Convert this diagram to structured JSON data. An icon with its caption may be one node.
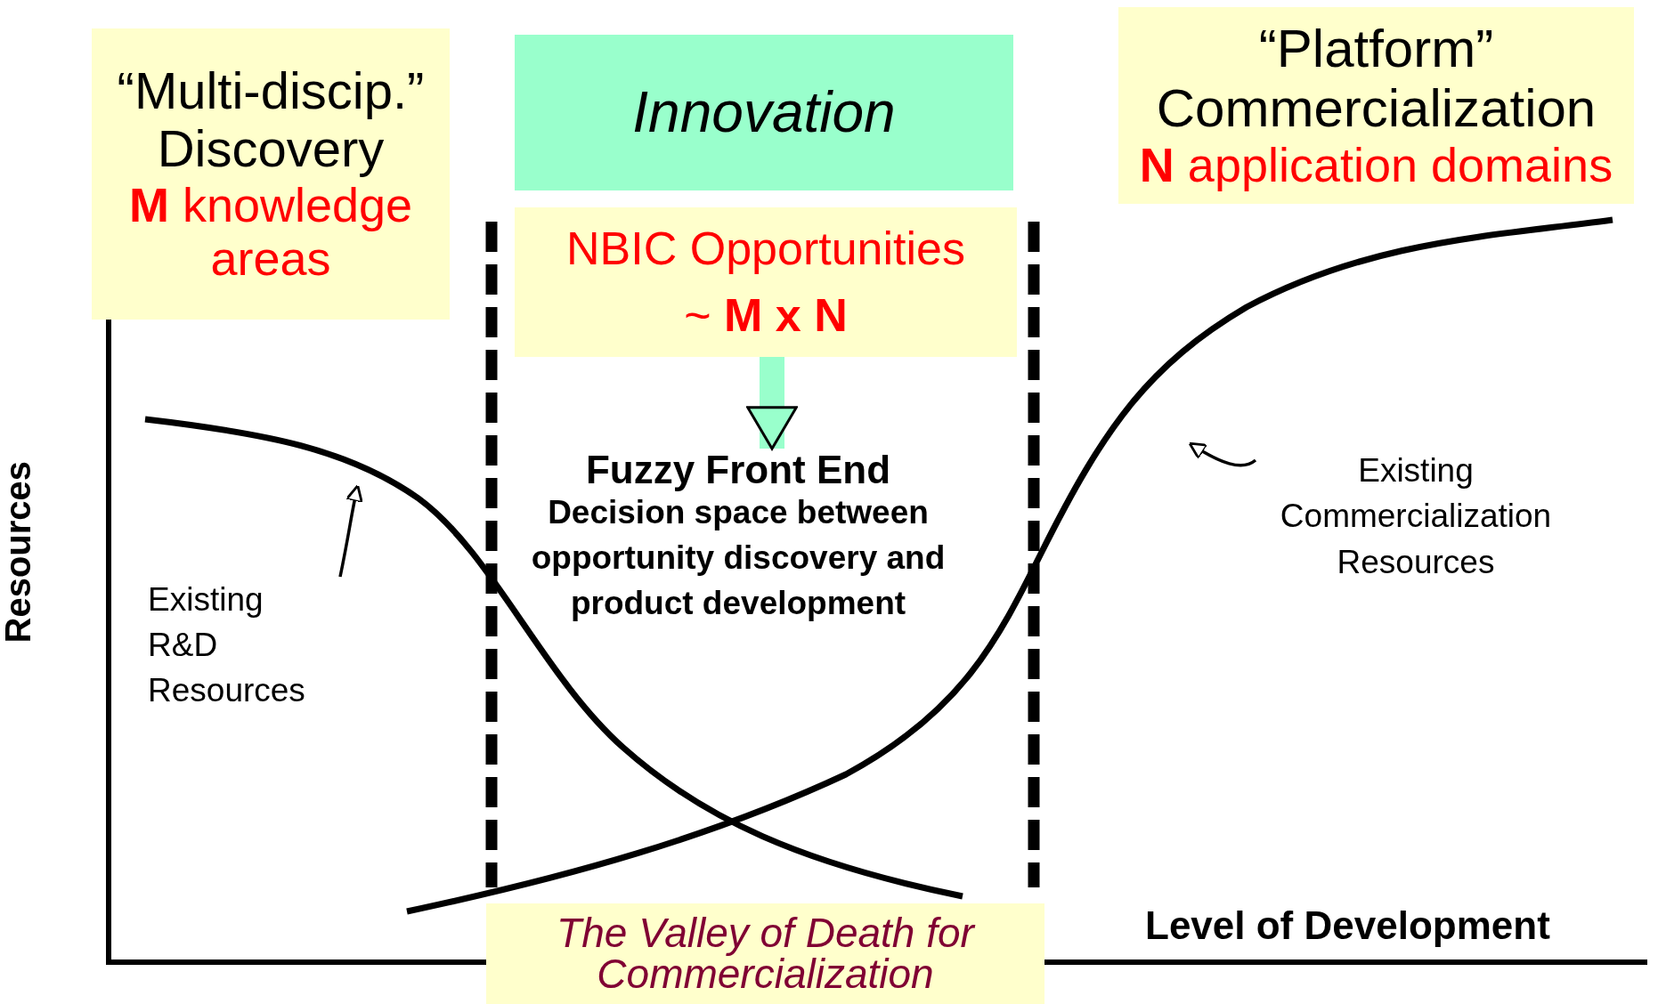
{
  "diagram": {
    "nodes": [
      {
        "text": [
          "“Multi-discip.” Discovery",
          "**M** knowledge areas"
        ]
      },
      {
        "text": [
          "Innovation"
        ]
      },
      {
        "text": [
          "NBIC Opportunities ~ **M x N**"
        ]
      },
      {
        "text": [
          "“Platform” Commercialization",
          "**N** application domains"
        ]
      },
      {
        "text": [
          "Fuzzy Front End",
          "Decision space between opportunity discovery and product development"
        ]
      },
      {
        "text": [
          "The Valley of Death for Commercialization"
        ]
      },
      {
        "text": [
          "Existing R&D Resources"
        ]
      },
      {
        "text": [
          "Existing Commercialization Resources"
        ]
      }
    ],
    "edges": [
      {
        "from": 2,
        "to": 4,
        "arrow": "to",
        "style": "thick",
        "color": "#99ffcc"
      },
      {
        "from": 6,
        "to": null,
        "arrow": "to"
      },
      {
        "from": 7,
        "to": null,
        "arrow": "to"
      }
    ],
    "labels": [
      "Resources",
      "Level of Development"
    ]
  }
}
